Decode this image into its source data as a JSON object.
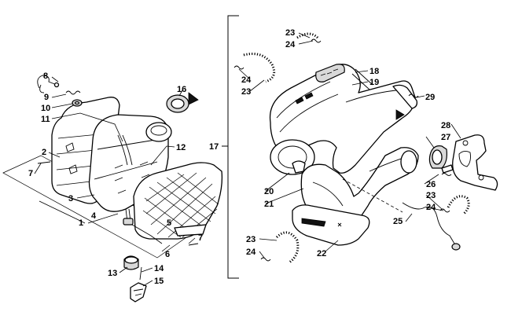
{
  "callouts": {
    "c1": "1",
    "c2": "2",
    "c3": "3",
    "c4": "4",
    "c5": "5",
    "c6": "6",
    "c7a": "7",
    "c7b": "7",
    "c8": "8",
    "c9": "9",
    "c10": "10",
    "c11": "11",
    "c12": "12",
    "c13": "13",
    "c14": "14",
    "c15": "15",
    "c16": "16",
    "c17": "17",
    "c18": "18",
    "c19": "19",
    "c20": "20",
    "c21": "21",
    "c22": "22",
    "c23a": "23",
    "c23b": "23",
    "c23c": "23",
    "c23d": "23",
    "c24a": "24",
    "c24b": "24",
    "c24c": "24",
    "c24d": "24",
    "c25": "25",
    "c26": "26",
    "c27": "27",
    "c28": "28",
    "c29": "29"
  }
}
